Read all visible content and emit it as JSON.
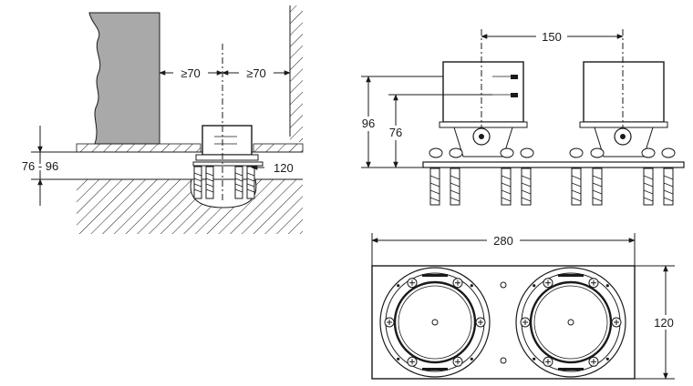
{
  "dimensions": {
    "side_clearance_left": "≥70",
    "side_clearance_right": "≥70",
    "floor_depth": "76 - 96",
    "side_box_width": "120",
    "box_spacing": "150",
    "height_total": "96",
    "height_box": "76",
    "plan_length": "280",
    "plan_width": "120"
  },
  "colors": {
    "wall_fill": "#a9a9a9",
    "box_fill": "#ffffff",
    "line": "#1a1a1a"
  }
}
